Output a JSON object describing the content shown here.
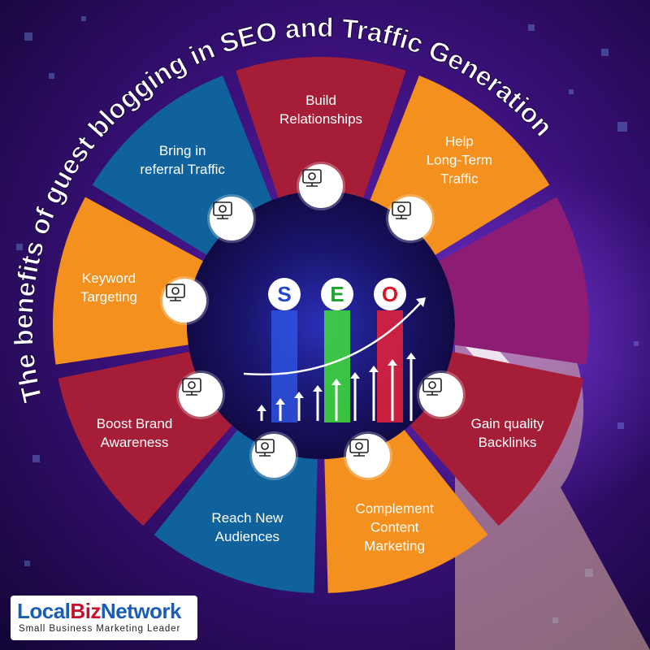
{
  "title": "The benefits of guest blogging in SEO and Traffic Generation",
  "center": {
    "letters": [
      {
        "text": "S",
        "color": "#2547c9",
        "bar_color": "#2e52e0"
      },
      {
        "text": "E",
        "color": "#1fa52e",
        "bar_color": "#3fe03a"
      },
      {
        "text": "O",
        "color": "#d4182a",
        "bar_color": "#e8233a"
      }
    ]
  },
  "segments": [
    {
      "label": "Build\nRelationships",
      "color": "#a51d36",
      "icon": "handshake-icon"
    },
    {
      "label": "Help\nLong-Term\nTraffic",
      "color": "#f4901e",
      "icon": "analytics-icon"
    },
    {
      "label": "",
      "color": "#8d1d74",
      "icon": ""
    },
    {
      "label": "Gain quality\nBacklinks",
      "color": "#a51d36",
      "icon": "link-icon"
    },
    {
      "label": "Complement\nContent\nMarketing",
      "color": "#f4901e",
      "icon": "video-content-icon"
    },
    {
      "label": "Reach New\nAudiences",
      "color": "#10629c",
      "icon": "audience-target-icon"
    },
    {
      "label": "Boost Brand\nAwareness",
      "color": "#a51d36",
      "icon": "megaphone-icon"
    },
    {
      "label": "Keyword\nTargeting",
      "color": "#f4901e",
      "icon": "key-target-icon"
    },
    {
      "label": "Bring in\nreferral Traffic",
      "color": "#10629c",
      "icon": "referral-network-icon"
    }
  ],
  "logo": {
    "part1": "Local",
    "part2": "Biz",
    "part3": "Network",
    "tagline": "Small Business Marketing Leader"
  }
}
